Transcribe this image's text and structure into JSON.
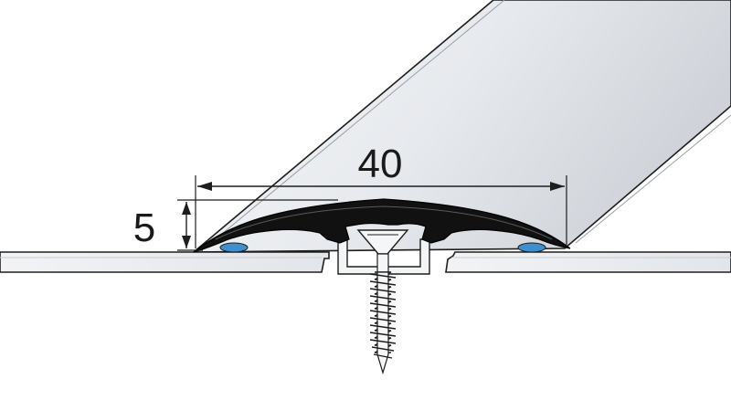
{
  "dimensions": {
    "width_label": "40",
    "height_label": "5"
  },
  "colors": {
    "profile_fill": "#111111",
    "strip_light": "#e9ecf0",
    "strip_dark": "#c9cdd3",
    "floor_fill": "#eef0f3",
    "adhesive_tape": "#3f8fcf",
    "line": "#1e1e1e"
  },
  "parts": {
    "profile": "transition-profile",
    "fastener": "countersunk-screw",
    "dowel": "screw-anchor",
    "tape": "double-sided-adhesive-tape"
  }
}
